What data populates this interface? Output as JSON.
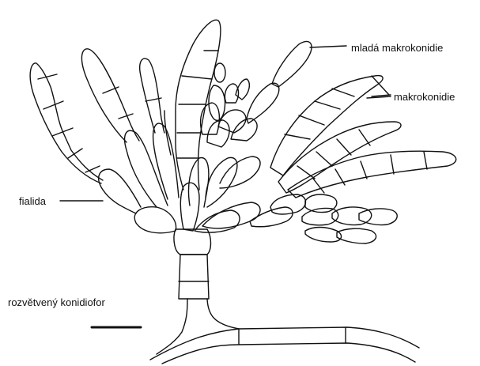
{
  "labels": {
    "young_macroconidium": "mladá makrokonidie",
    "macroconidia": "makrokonidie",
    "phialide": "fialida",
    "branched_conidiophore": "rozvětvený konidiofor"
  },
  "colors": {
    "stroke": "#111111",
    "background": "#ffffff"
  }
}
